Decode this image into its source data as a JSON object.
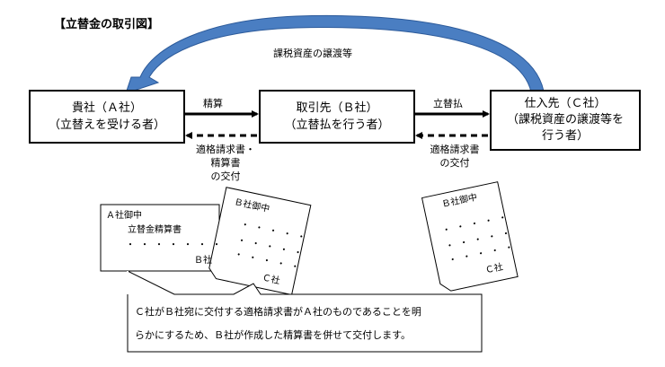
{
  "title": "【立替金の取引図】",
  "curve_label": "課税資産の譲渡等",
  "boxes": {
    "a": {
      "line1": "貴社（Ａ社）",
      "line2": "（立替えを受ける者）"
    },
    "b": {
      "line1": "取引先（Ｂ社）",
      "line2": "（立替払を行う者）"
    },
    "c": {
      "line1": "仕入先（Ｃ社）",
      "line2": "（課税資産の譲渡等を",
      "line3": "行う者）"
    }
  },
  "arrows": {
    "ab_top": "精算",
    "ab_bottom": [
      "適格請求書・",
      "精算書",
      "の交付"
    ],
    "bc_top": "立替払",
    "bc_bottom": [
      "適格請求書",
      "の交付"
    ]
  },
  "doc_a": {
    "addressee": "Ａ社御中",
    "title": "立替金精算書",
    "dots": "・・・・・・・",
    "issuer": "Ｂ社"
  },
  "doc_b1": {
    "addressee": "Ｂ社御中",
    "dots": "・・・・・",
    "issuer": "Ｃ社"
  },
  "doc_b2": {
    "addressee": "Ｂ社御中",
    "dots": "・・・・・",
    "issuer": "Ｃ社"
  },
  "note": {
    "line1": "Ｃ社がＢ社宛に交付する適格請求書がＡ社のものであることを明",
    "line2": "らかにするため、Ｂ社が作成した精算書を併せて交付します。"
  },
  "colors": {
    "curve_fill": "#4a7ec2",
    "curve_stroke": "#2c5a9a",
    "line": "#000000"
  }
}
